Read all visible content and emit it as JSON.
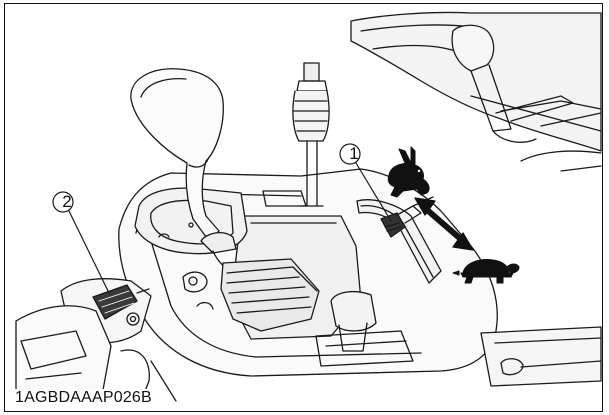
{
  "figure": {
    "code": "1AGBDAAAP026B",
    "callouts": [
      {
        "label": "1",
        "target": "speed-range-lever"
      },
      {
        "label": "2",
        "target": "hand-throttle-lever"
      }
    ]
  },
  "icons": {
    "fast": "rabbit-icon",
    "slow": "turtle-icon",
    "direction": "double-headed-arrow-icon"
  }
}
